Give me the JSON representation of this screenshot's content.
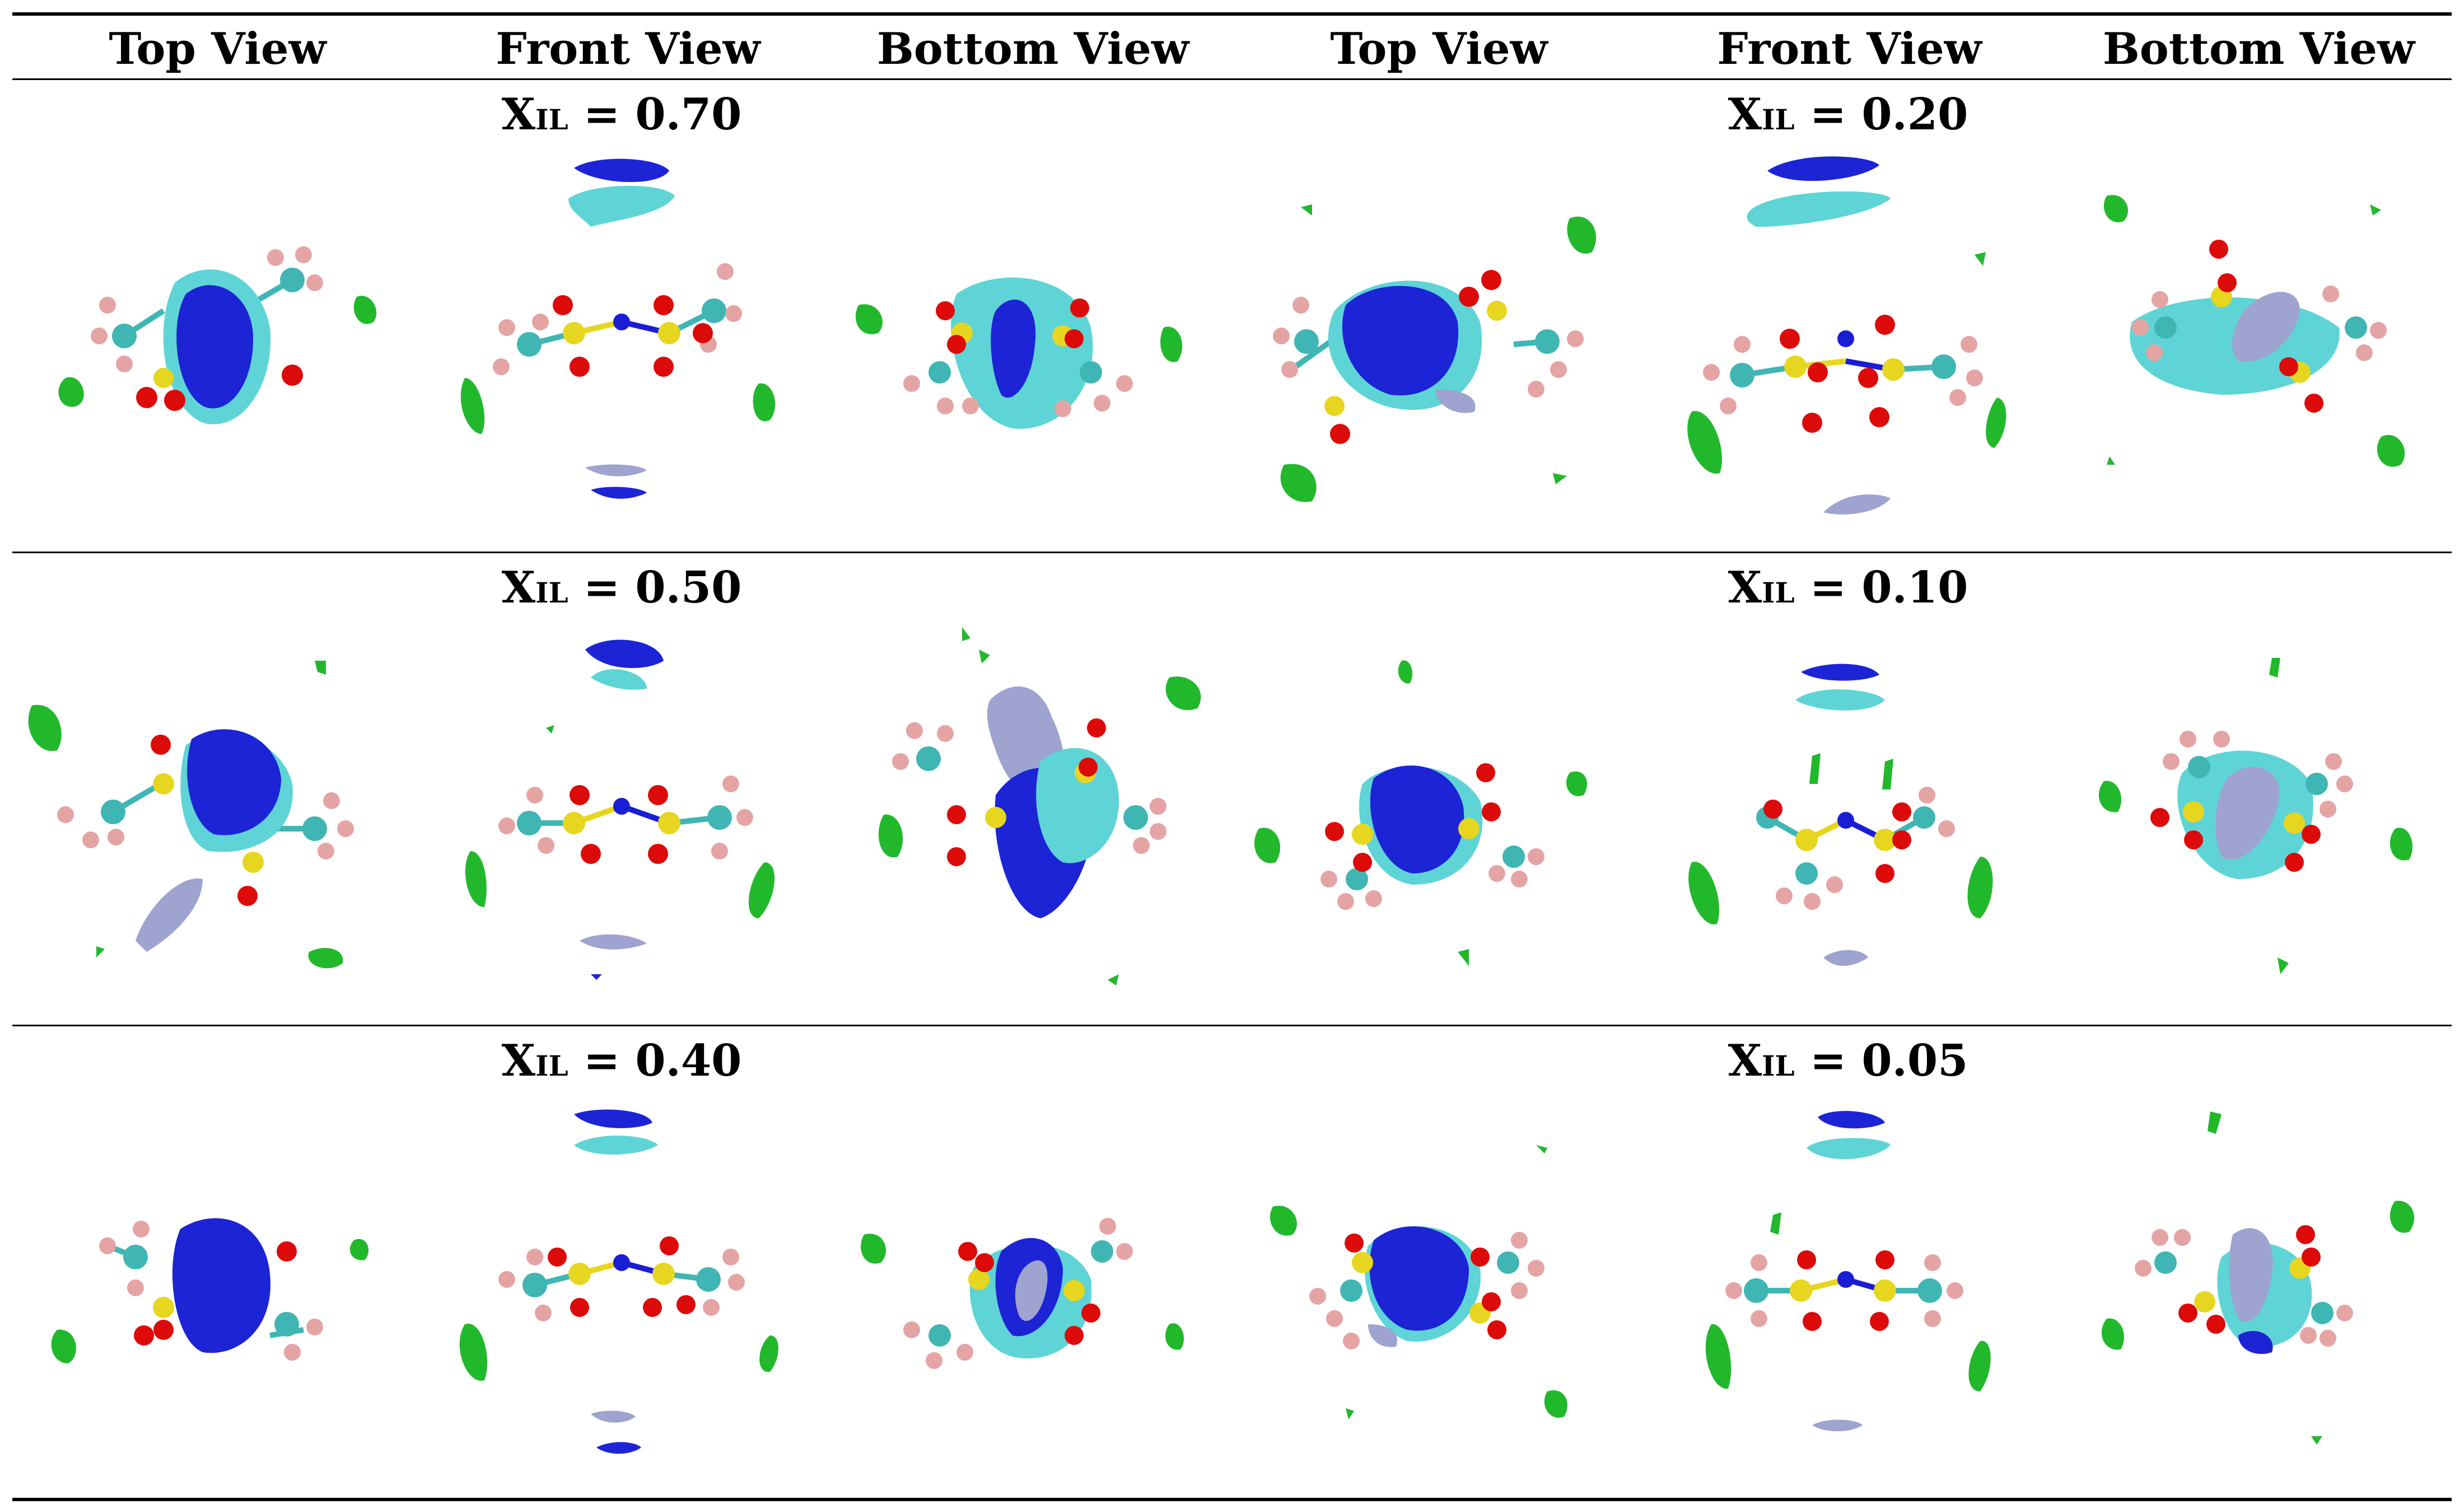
{
  "header": {
    "columns": [
      "Top View",
      "Front View",
      "Bottom View",
      "Top View",
      "Front View",
      "Bottom View"
    ]
  },
  "rows": [
    {
      "left": {
        "symbol": "X",
        "subscript": "IL",
        "value": "= 0.70"
      },
      "right": {
        "symbol": "X",
        "subscript": "IL",
        "value": "= 0.20"
      }
    },
    {
      "left": {
        "symbol": "X",
        "subscript": "IL",
        "value": "= 0.50"
      },
      "right": {
        "symbol": "X",
        "subscript": "IL",
        "value": "= 0.10"
      }
    },
    {
      "left": {
        "symbol": "X",
        "subscript": "IL",
        "value": "= 0.40"
      },
      "right": {
        "symbol": "X",
        "subscript": "IL",
        "value": "= 0.05"
      }
    }
  ],
  "colors": {
    "carbon": "#3fb6b4",
    "fluorine": "#e5a4a4",
    "oxygen": "#dd0a0a",
    "sulfur": "#e7d61f",
    "nitrogen": "#1a1ed2",
    "isosurface_blue": "#1c24d6",
    "isosurface_cyan": "#5fd4d6",
    "isosurface_lavender": "#9ea3cf",
    "isosurface_green": "#22b82c"
  }
}
